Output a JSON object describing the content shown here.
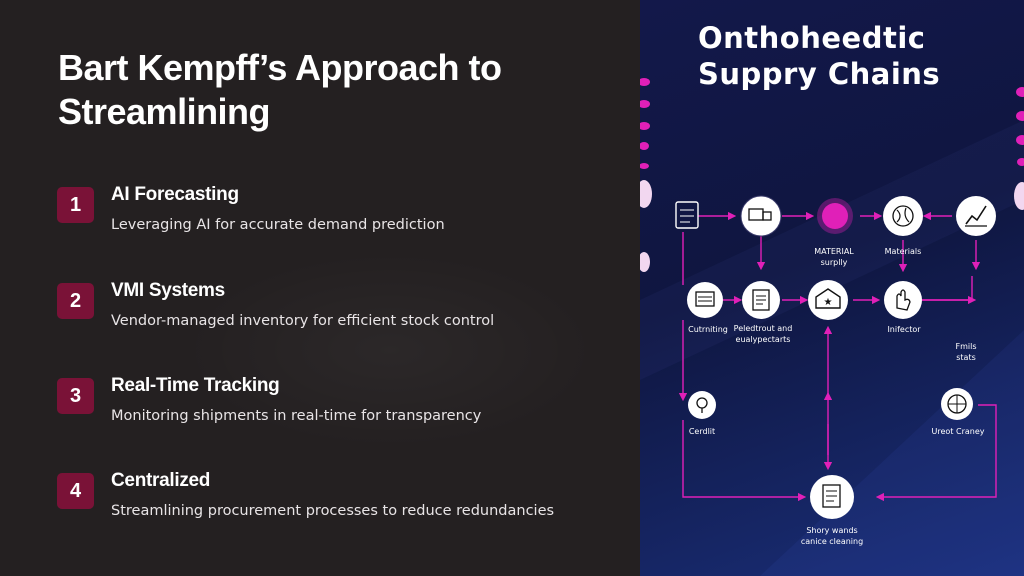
{
  "left": {
    "title": "Bart Kempff’s Approach to Streamlining",
    "steps": [
      {
        "number": "1",
        "title": "AI Forecasting",
        "desc": "Leveraging AI for accurate demand prediction"
      },
      {
        "number": "2",
        "title": "VMI Systems",
        "desc": "Vendor-managed inventory for efficient stock control"
      },
      {
        "number": "3",
        "title": "Real-Time Tracking",
        "desc": "Monitoring shipments in real-time for transparency"
      },
      {
        "number": "4",
        "title": "Centralized",
        "desc": "Streamlining procurement processes to reduce redundancies"
      }
    ]
  },
  "right": {
    "title": "Onthoheedtic Suppry Chains",
    "labels": {
      "material": "MATERIAL",
      "supply": "surplly",
      "materials": "Materials",
      "cutrniting": "Cutrniting",
      "peledtrout": "Peledtrout and\neualypectarts",
      "inifector": "Inifector",
      "fmils": "Fmils\nstats",
      "cerdlit": "Cerdlit",
      "ureot": "Ureot Craney",
      "shory": "Shory wands\ncanice cleaning"
    },
    "icons": [
      "document-icon",
      "truck-icon",
      "target-icon",
      "globe-icon",
      "trend-chart-icon",
      "terminal-icon",
      "clipboard-icon",
      "warehouse-icon",
      "hand-icon",
      "location-pin-icon",
      "storage-icon",
      "report-icon"
    ],
    "colors": {
      "accent": "#e020b8",
      "node": "#ffffff",
      "background": "#11174a",
      "badge": "#7a1237"
    }
  }
}
